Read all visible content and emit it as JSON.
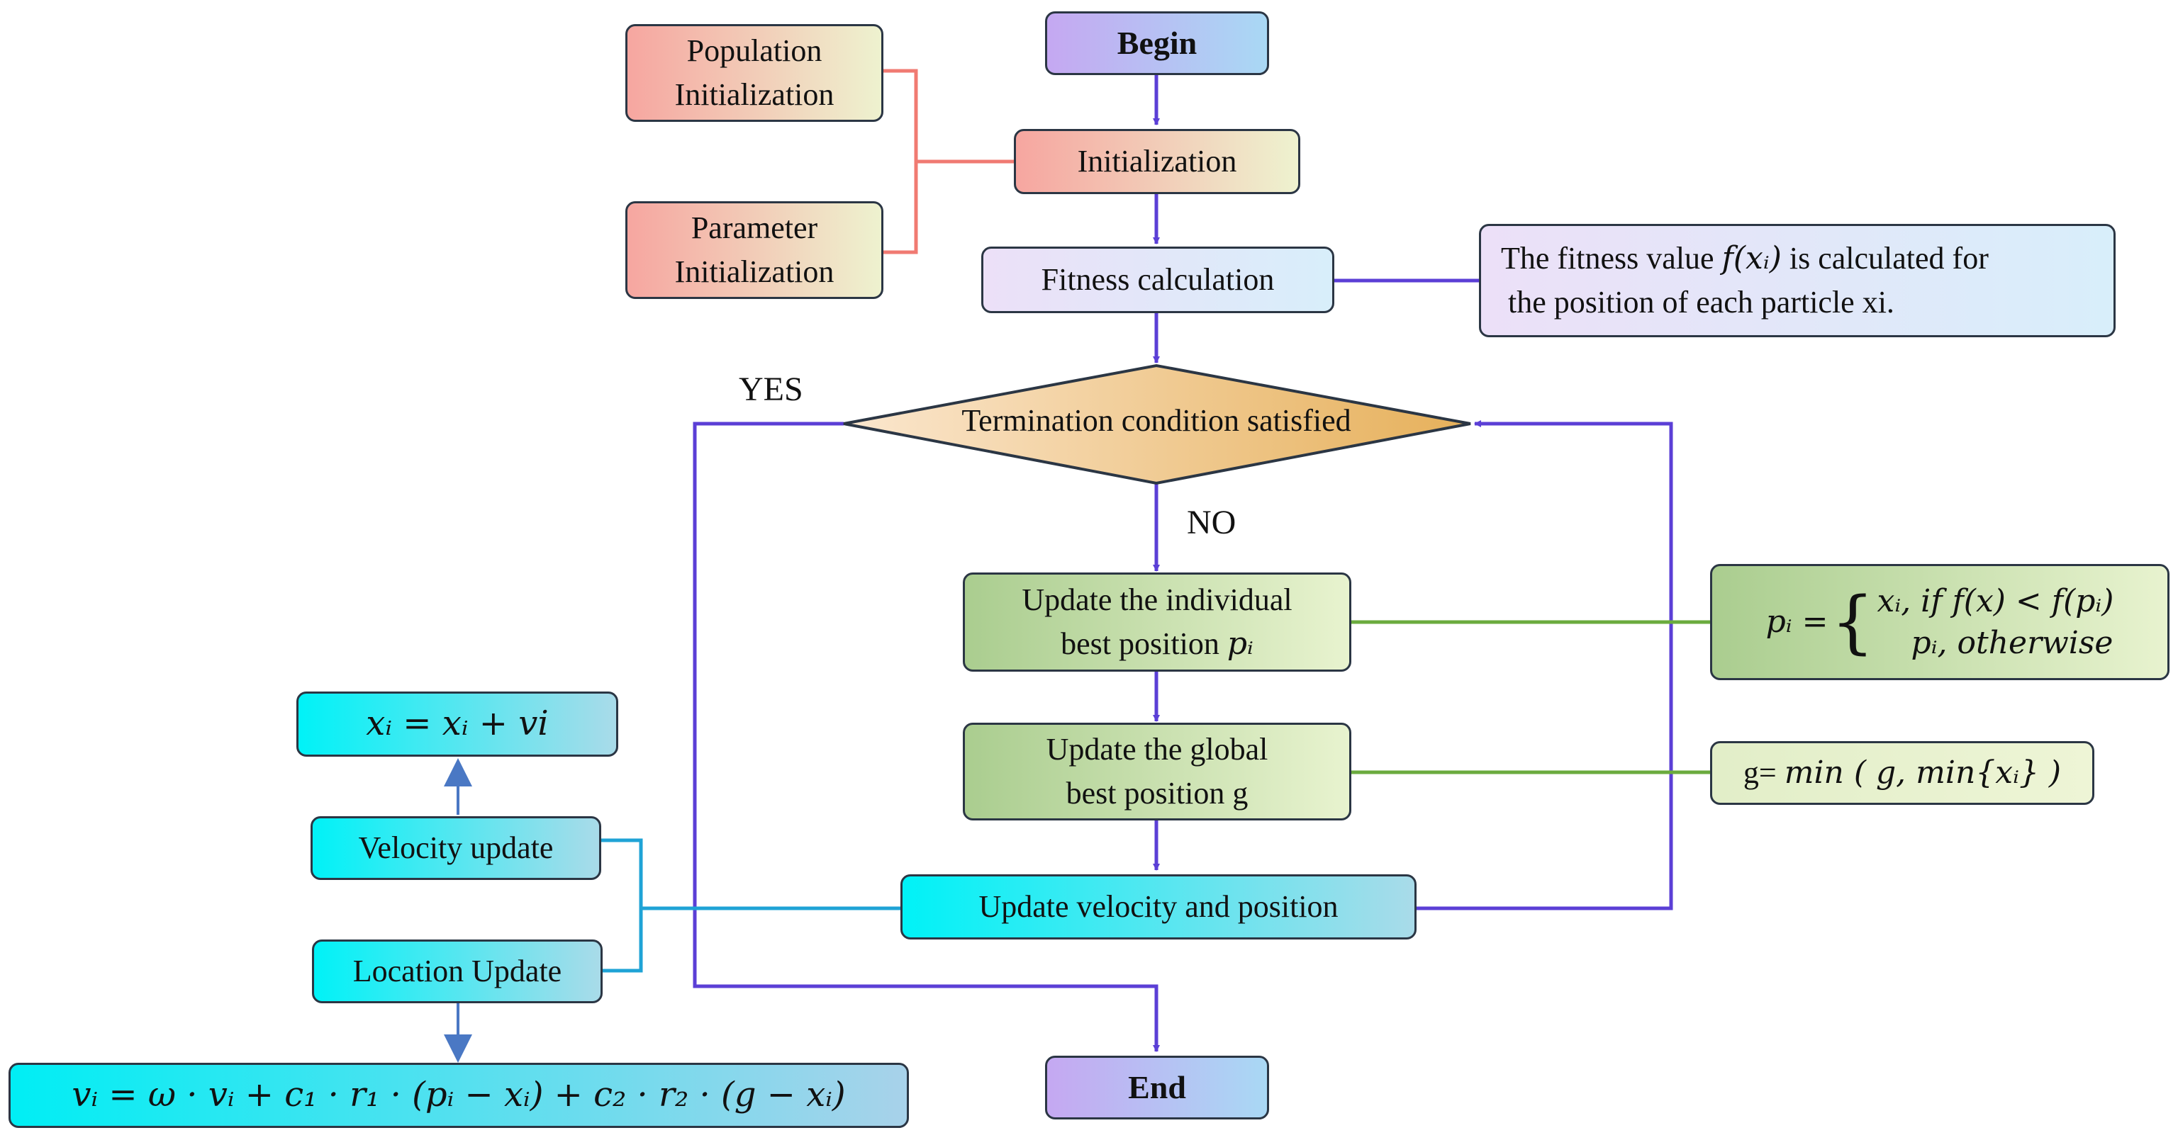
{
  "nodes": {
    "begin": "Begin",
    "end": "End",
    "initialization": "Initialization",
    "population_init": [
      "Population",
      "Initialization"
    ],
    "parameter_init": [
      "Parameter",
      "Initialization"
    ],
    "fitness": "Fitness calculation",
    "fitness_note": {
      "line1_pre": "The fitness value ",
      "line1_math": "f(xᵢ)",
      "line1_post": " is calculated for",
      "line2": "the position of each particle xi."
    },
    "termination": "Termination condition satisfied",
    "update_individual": [
      "Update the individual",
      "best position "
    ],
    "update_individual_var": "pᵢ",
    "update_global": [
      "Update the global",
      "best position g"
    ],
    "update_velocity_position": "Update velocity and position",
    "velocity_update": "Velocity update",
    "location_update": "Location Update"
  },
  "labels": {
    "yes": "YES",
    "no": "NO"
  },
  "formulas": {
    "position": "xᵢ = xᵢ + vi",
    "velocity": "vᵢ = ω · vᵢ + c₁ · r₁ · (pᵢ − xᵢ) + c₂ · r₂ · (g − xᵢ)",
    "pbest_lhs": "pᵢ =",
    "pbest_case1": "xᵢ,  if f(x) < f(pᵢ)",
    "pbest_case2": "pᵢ,  otherwise",
    "gbest_prefix": "g= ",
    "gbest_expr": "min ( g, min{xᵢ} )"
  },
  "colors": {
    "flow_arrow": "#5b3fd6",
    "init_connector": "#f07a72",
    "update_connector": "#6bab3e",
    "velocity_connector": "#1fa3d6",
    "formula_arrow": "#4a78c4",
    "box_border": "#2b3644"
  }
}
